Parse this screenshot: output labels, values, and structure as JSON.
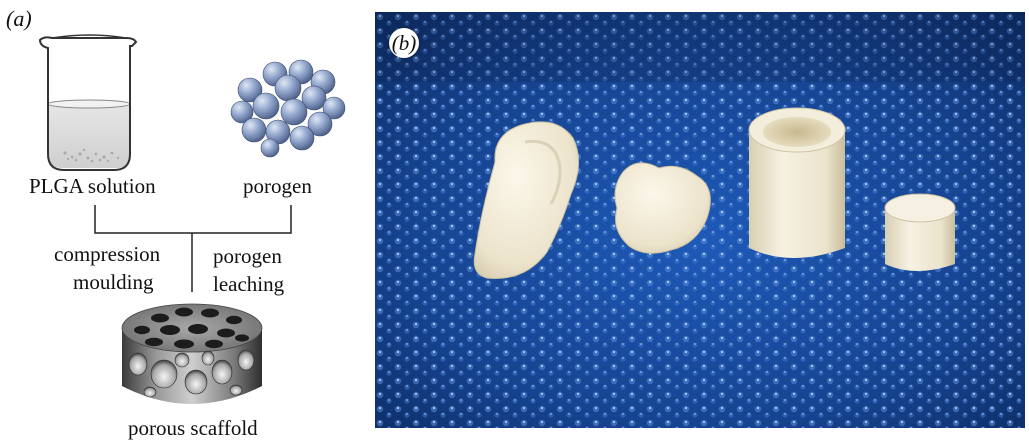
{
  "panel_a": {
    "label": "(a)",
    "plga_label": "PLGA solution",
    "porogen_label": "porogen",
    "step1_line1": "compression",
    "step1_line2": "moulding",
    "step2_line1": "porogen",
    "step2_line2": "leaching",
    "result_label": "porous scaffold"
  },
  "panel_b": {
    "label": "(b)"
  },
  "colors": {
    "background_blue": "#1d4fae",
    "scaffold_white": "#efe8d4",
    "porogen_blue": "#8aa0c8"
  }
}
